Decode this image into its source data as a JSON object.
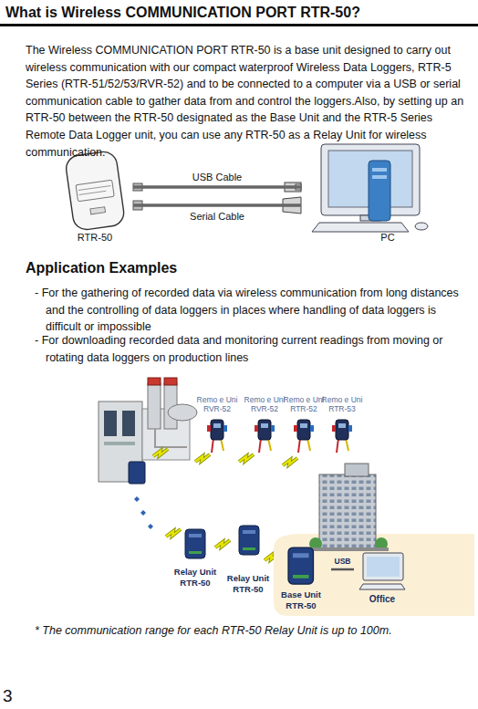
{
  "diagram": {
    "title": "What is Wireless COMMUNICATION PORT RTR-50?",
    "nodes": [
      {
        "text": [
          "RTR-50"
        ]
      },
      {
        "text": [
          "PC"
        ]
      },
      {
        "text": [
          "Remo e Uni RVR-52"
        ]
      },
      {
        "text": [
          "Remo e Uni RVR-52"
        ]
      },
      {
        "text": [
          "Remo e Uni RTR-52"
        ]
      },
      {
        "text": [
          "Remo e Uni RTR-53"
        ]
      },
      {
        "text": [
          "Relay Unit RTR-50"
        ]
      },
      {
        "text": [
          "Relay Unit RTR-50"
        ]
      },
      {
        "text": [
          "Base Unit RTR-50"
        ]
      },
      {
        "text": [
          "Office"
        ]
      }
    ],
    "edges": [
      {
        "from": 0,
        "to": 1,
        "label": "USB Cable",
        "arrow": "none"
      },
      {
        "from": 0,
        "to": 1,
        "label": "Serial Cable",
        "arrow": "none"
      },
      {
        "from": 8,
        "to": 9,
        "label": "USB",
        "arrow": "none"
      }
    ],
    "labels": [
      "The Wireless COMMUNICATION PORT RTR-50 is a base unit designed to carry out wireless communication with our compact waterproof Wireless Data Loggers, RTR-5 Series (RTR-51/52/53/RVR-52) and to be connected to a computer via a USB or serial communication cable to gather data from and control the loggers.Also, by setting up an RTR-50 between the RTR-50 designated as the Base Unit and the RTR-5 Series Remote Data Logger unit, you can use any RTR-50 as a Relay Unit for wireless communication.",
      "Application Examples",
      "- For the gathering of recorded data via wireless communication from long distances and the controlling of data loggers in places where handling of data loggers is difficult or impossible",
      "- For downloading recorded data and monitoring current readings from moving or rotating data loggers on production lines",
      "* The communication range for each RTR-50 Relay Unit is up to 100m.",
      "3"
    ]
  }
}
